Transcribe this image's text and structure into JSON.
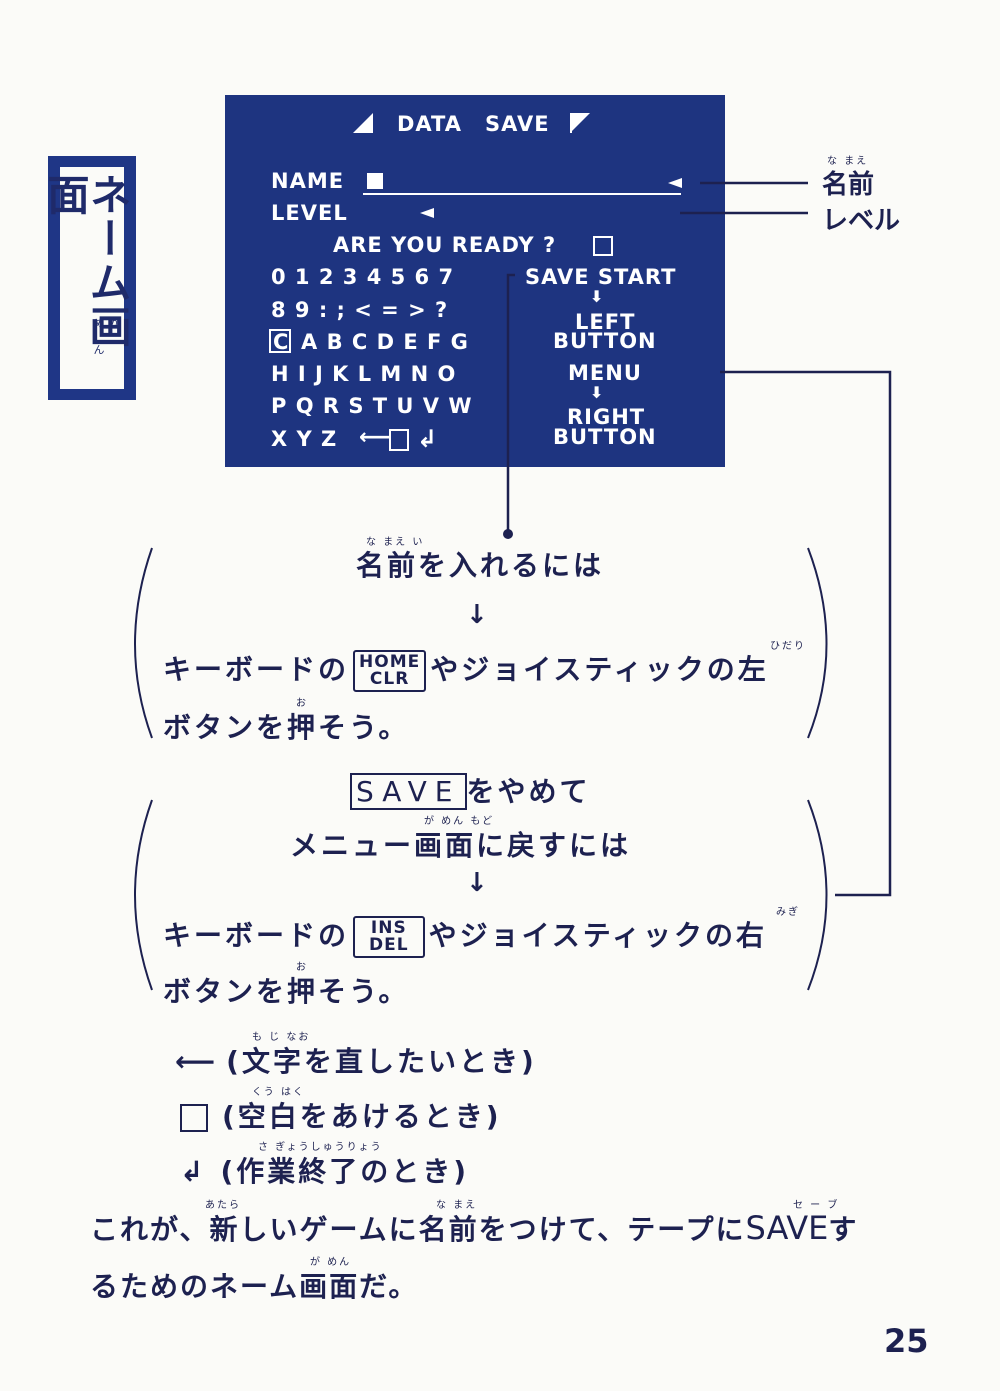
{
  "side_label": {
    "text": "ネーム画面",
    "ruby": "か めん"
  },
  "screen": {
    "title_data": "DATA",
    "title_save": "SAVE",
    "name_label": "NAME",
    "level_label": "LEVEL",
    "ready": "ARE YOU READY ?",
    "row1": "0 1 2 3 4 5 6 7",
    "row2": "8 9 : ; < = > ?",
    "row3": "A B C D E F G",
    "row3_boxed": "C",
    "row4": "H I J K L M N O",
    "row5": "P Q R S T U V W",
    "row6": "X Y Z",
    "save_start": "SAVE START",
    "left_button_1": "LEFT",
    "left_button_2": "BUTTON",
    "menu": "MENU",
    "right_button_1": "RIGHT",
    "right_button_2": "BUTTON"
  },
  "callouts": {
    "name": "名前",
    "name_ruby": "な まえ",
    "level": "レベル"
  },
  "section1": {
    "heading": "名前を入れるには",
    "heading_ruby": "な まえ      い",
    "line1_a": "キーボードの",
    "key_top": "HOME",
    "key_bottom": "CLR",
    "line1_b": "やジョイスティックの左",
    "line1_ruby": "ひだり",
    "line2": "ボタンを押そう。",
    "line2_ruby": "お"
  },
  "section2": {
    "save_key": "SAVE",
    "heading_a": "をやめて",
    "heading2": "メニュー画面に戻すには",
    "heading2_ruby": "が  めん      もど",
    "line1_a": "キーボードの",
    "key_top": "INS",
    "key_bottom": "DEL",
    "line1_b": "やジョイスティックの右",
    "line1_ruby": "みぎ",
    "line2": "ボタンを押そう。",
    "line2_ruby": "お"
  },
  "legend": {
    "back": "(文字を直したいとき)",
    "back_ruby": "も じ      なお",
    "space": "(空白をあけるとき)",
    "space_ruby": "くう はく",
    "enter": "(作業終了のとき)",
    "enter_ruby": "さ ぎょうしゅうりょう"
  },
  "footer": {
    "line1_a": "これが、新しいゲームに名前をつけて、テープに",
    "line1_save": "SAVE",
    "line1_b": "す",
    "line1_ruby_a": "あたら",
    "line1_ruby_b": "な まえ",
    "line1_ruby_c": "セ ー ブ",
    "line2": "るためのネーム画面だ。",
    "line2_ruby": "が  めん"
  },
  "page_number": "25"
}
